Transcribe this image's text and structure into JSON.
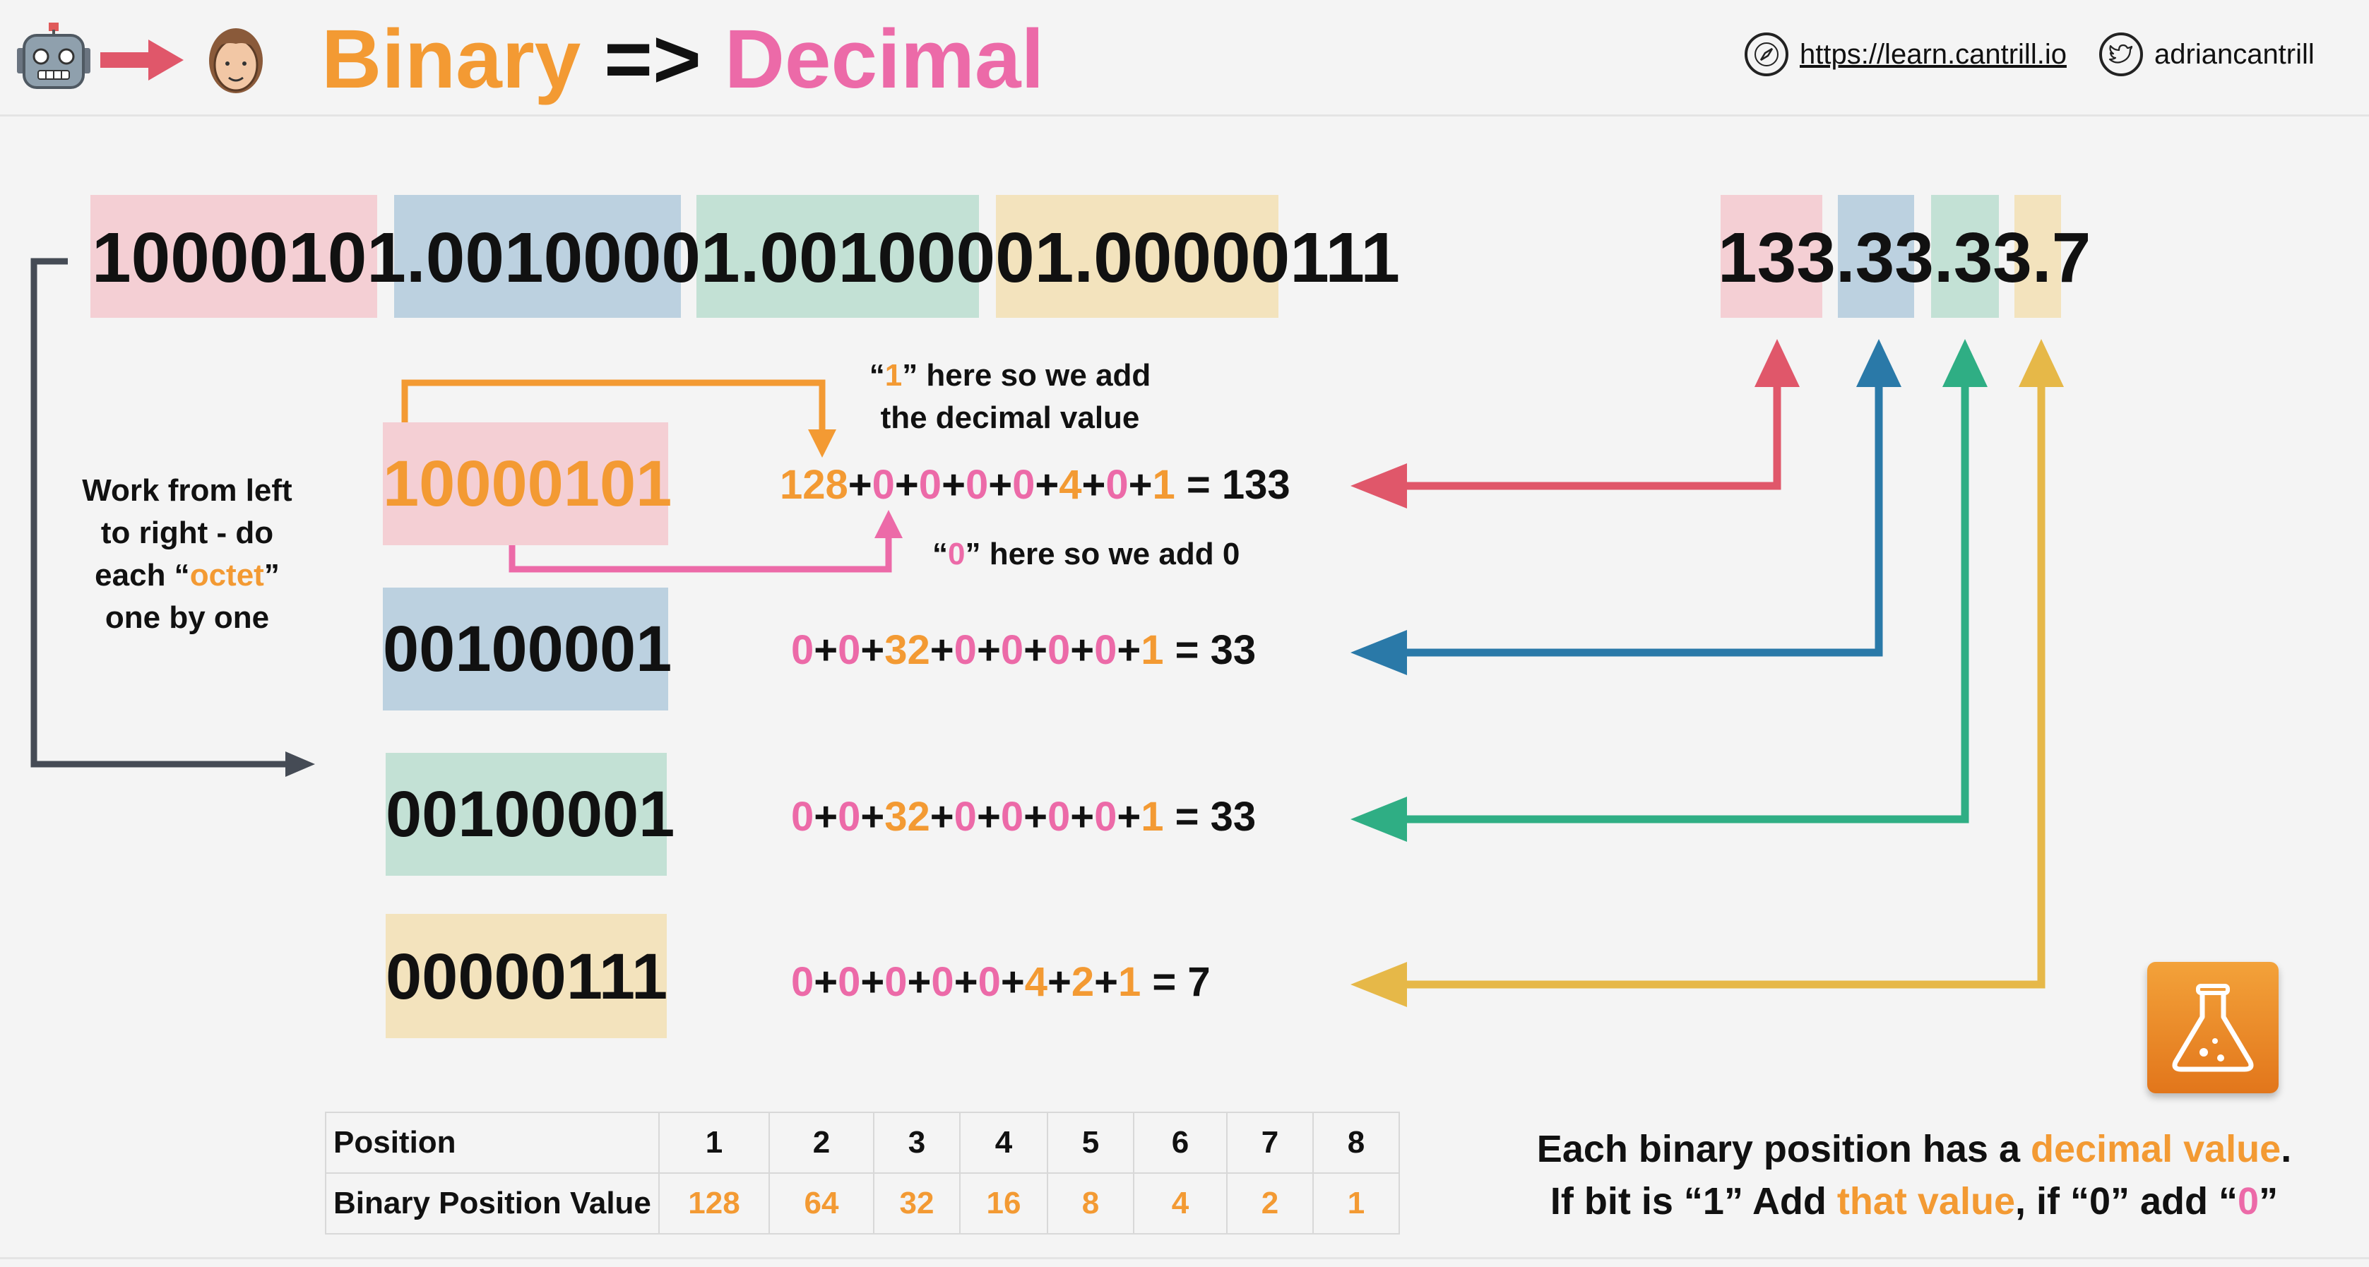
{
  "header": {
    "title_binary": "Binary",
    "title_arrow": "=>",
    "title_decimal": "Decimal",
    "website": "https://learn.cantrill.io",
    "twitter_handle": "adriancantrill",
    "icons": [
      "robot-icon",
      "arrow-right-icon",
      "person-avatar-icon",
      "compass-icon",
      "twitter-bird-icon",
      "lab-flask-icon"
    ]
  },
  "ip": {
    "binary_parts": [
      "10000101",
      ".",
      "00100001",
      ".",
      "00100001",
      ".",
      "00000111"
    ],
    "decimal_parts": [
      "133",
      ".",
      "33",
      ".",
      "33",
      ".",
      "7"
    ]
  },
  "side_note": {
    "line1": "Work from left",
    "line2": "to right - do",
    "line3_pre": "each “",
    "line3_hl": "octet",
    "line3_post": "”",
    "line4": "one by one"
  },
  "annotations": {
    "one_pre": "“",
    "one_hl": "1",
    "one_post": "” here so we add",
    "one_line2": "the decimal value",
    "zero_pre": "“",
    "zero_hl": "0",
    "zero_post": "” here so we add 0"
  },
  "octets": [
    {
      "binary": "10000101",
      "terms": [
        "128",
        "0",
        "0",
        "0",
        "0",
        "4",
        "0",
        "1"
      ],
      "result": "133"
    },
    {
      "binary": "00100001",
      "terms": [
        "0",
        "0",
        "32",
        "0",
        "0",
        "0",
        "0",
        "1"
      ],
      "result": "33"
    },
    {
      "binary": "00100001",
      "terms": [
        "0",
        "0",
        "32",
        "0",
        "0",
        "0",
        "0",
        "1"
      ],
      "result": "33"
    },
    {
      "binary": "00000111",
      "terms": [
        "0",
        "0",
        "0",
        "0",
        "0",
        "4",
        "2",
        "1"
      ],
      "result": "7"
    }
  ],
  "position_table": {
    "row1_label": "Position",
    "row2_label": "Binary Position Value",
    "positions": [
      "1",
      "2",
      "3",
      "4",
      "5",
      "6",
      "7",
      "8"
    ],
    "values": [
      "128",
      "64",
      "32",
      "16",
      "8",
      "4",
      "2",
      "1"
    ]
  },
  "summary": {
    "line1_pre": "Each binary position has a ",
    "line1_hl": "decimal value",
    "line1_post": ".",
    "line2_a": "If bit is “1” Add ",
    "line2_hl": "that value",
    "line2_b": ", if “0” add “",
    "line2_zero": "0",
    "line2_c": "”"
  },
  "colors": {
    "orange": "#f39a33",
    "pink": "#ec6aa8",
    "red_arrow": "#e0576a",
    "blue_arrow": "#2a79a8",
    "green_arrow": "#2fae84",
    "yellow_arrow": "#e6b848",
    "flow_arrow": "#454b55"
  }
}
